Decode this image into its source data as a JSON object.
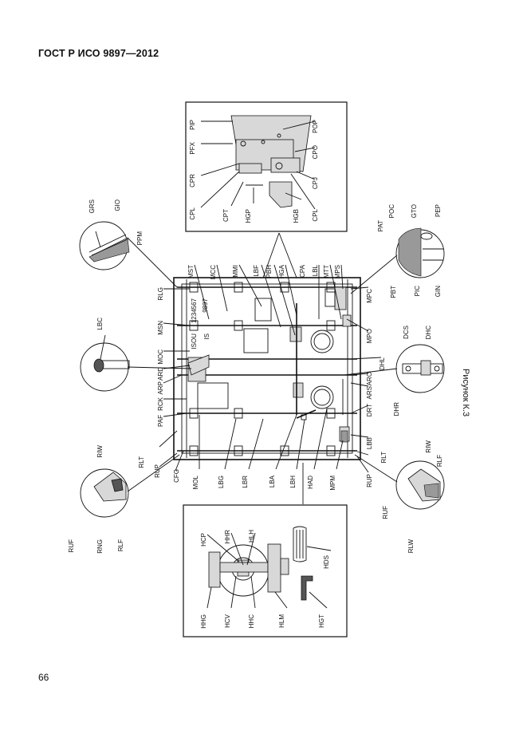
{
  "header": {
    "title": "ГОСТ Р ИСО 9897—2012"
  },
  "page": {
    "number": "66"
  },
  "figure": {
    "caption": "Рисунок К.3"
  },
  "labels": {
    "top_box": [
      "PIP",
      "POP",
      "PFX",
      "CPO",
      "CPR",
      "CPJ",
      "CPL",
      "CPT",
      "HGP",
      "HGB",
      "CPL"
    ],
    "top_circle": [
      "GRS",
      "GIO",
      "PPM"
    ],
    "left_side": [
      "RLG",
      "MSN",
      "MOC",
      "ARD",
      "ARP",
      "RCK",
      "PAF",
      "RLT",
      "RUP",
      "CFG"
    ],
    "top_side": [
      "MST",
      "MCC",
      "MMI",
      "LBF",
      "PBH",
      "HGA",
      "CPA",
      "LBL",
      "MTT",
      "MPS"
    ],
    "right_side": [
      "MPC",
      "MPO",
      "DHL",
      "ARO",
      "ARS",
      "DRT",
      "LBB",
      "RLT",
      "RUP"
    ],
    "bottom_side": [
      "MOL",
      "LBG",
      "LBR",
      "LBA",
      "LBH",
      "HAD",
      "MPM"
    ],
    "left_circle_top": [
      "LBC"
    ],
    "left_circle_bottom": [
      "RIW",
      "RUF",
      "RNG",
      "RLF"
    ],
    "right_circle_top": [
      "PAT",
      "POC",
      "GTO",
      "PEP",
      "PBT",
      "PIC",
      "GIN"
    ],
    "right_circle_mid": [
      "DCS",
      "DHC",
      "DHR"
    ],
    "right_circle_bottom": [
      "RIW",
      "RLF",
      "RUF",
      "RLW"
    ],
    "bottom_box": [
      "HCP",
      "HHR",
      "HLH",
      "HDS",
      "HHG",
      "HCV",
      "HHC",
      "HLM",
      "HGT"
    ],
    "plate_text": [
      "1234567",
      "9897",
      "ISOU",
      "IS"
    ]
  }
}
